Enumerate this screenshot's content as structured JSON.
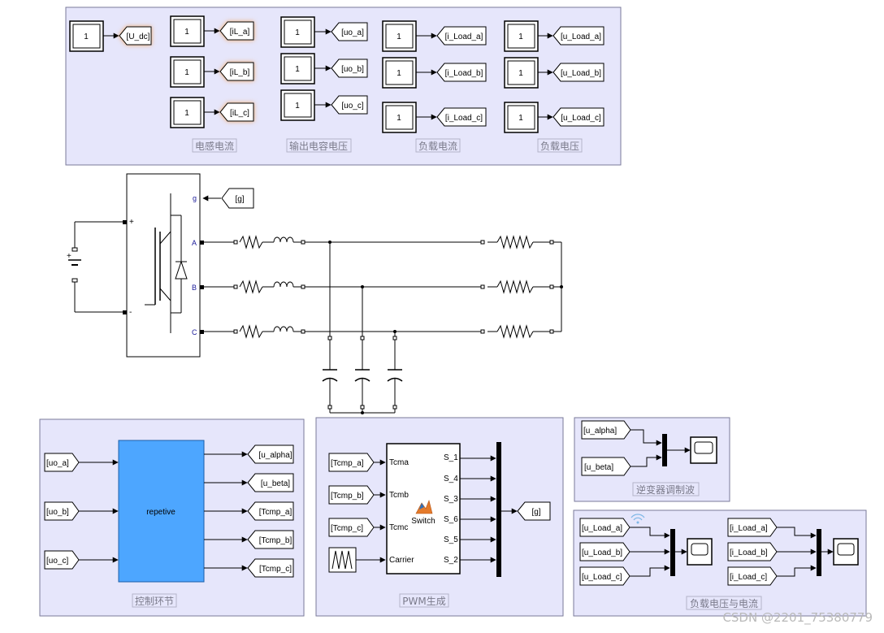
{
  "constants_value": "1",
  "areas": {
    "measure": {
      "inductor_current": "电感电流",
      "output_cap_voltage": "输出电容电压",
      "load_current": "负载电流",
      "load_voltage": "负载电压"
    },
    "control": "控制环节",
    "pwm": "PWM生成",
    "modulation": "逆变器调制波",
    "load_vi": "负载电压与电流"
  },
  "goto_tags": {
    "udc": "[U_dc]",
    "il": [
      "[iL_a]",
      "[iL_b]",
      "[iL_c]"
    ],
    "uo": [
      "[uo_a]",
      "[uo_b]",
      "[uo_c]"
    ],
    "iload": [
      "[i_Load_a]",
      "[i_Load_b]",
      "[i_Load_c]"
    ],
    "uload": [
      "[u_Load_a]",
      "[u_Load_b]",
      "[u_Load_c]"
    ],
    "g": "[g]"
  },
  "inverter": {
    "ports": [
      "g",
      "A",
      "B",
      "C"
    ],
    "dc_plus": "+",
    "dc_minus": "-"
  },
  "control": {
    "inputs": [
      "[uo_a]",
      "[uo_b]",
      "[uo_c]"
    ],
    "block": "repetive",
    "outputs": [
      "[u_alpha]",
      "[u_beta]",
      "[Tcmp_a]",
      "[Tcmp_b]",
      "[Tcmp_c]"
    ]
  },
  "pwm": {
    "inputs": [
      "[Tcmp_a]",
      "[Tcmp_b]",
      "[Tcmp_c]"
    ],
    "in_ports": [
      "Tcma",
      "Tcmb",
      "Tcmc",
      "Carrier"
    ],
    "out_ports": [
      "S_1",
      "S_4",
      "S_3",
      "S_6",
      "S_5",
      "S_2"
    ],
    "block": "Switch",
    "output": "[g]"
  },
  "modulation": {
    "inputs": [
      "[u_alpha]",
      "[u_beta]"
    ]
  },
  "load_vi": {
    "voltages": [
      "[u_Load_a]",
      "[u_Load_b]",
      "[u_Load_c]"
    ],
    "currents": [
      "[i_Load_a]",
      "[i_Load_b]",
      "[i_Load_c]"
    ]
  },
  "watermark": "CSDN @2201_75380779",
  "colors": {
    "area_fill": "#e6e6fb",
    "area_border": "#7a7a99",
    "block_blue": "#4da6ff",
    "highlight": "#f2a45a"
  }
}
